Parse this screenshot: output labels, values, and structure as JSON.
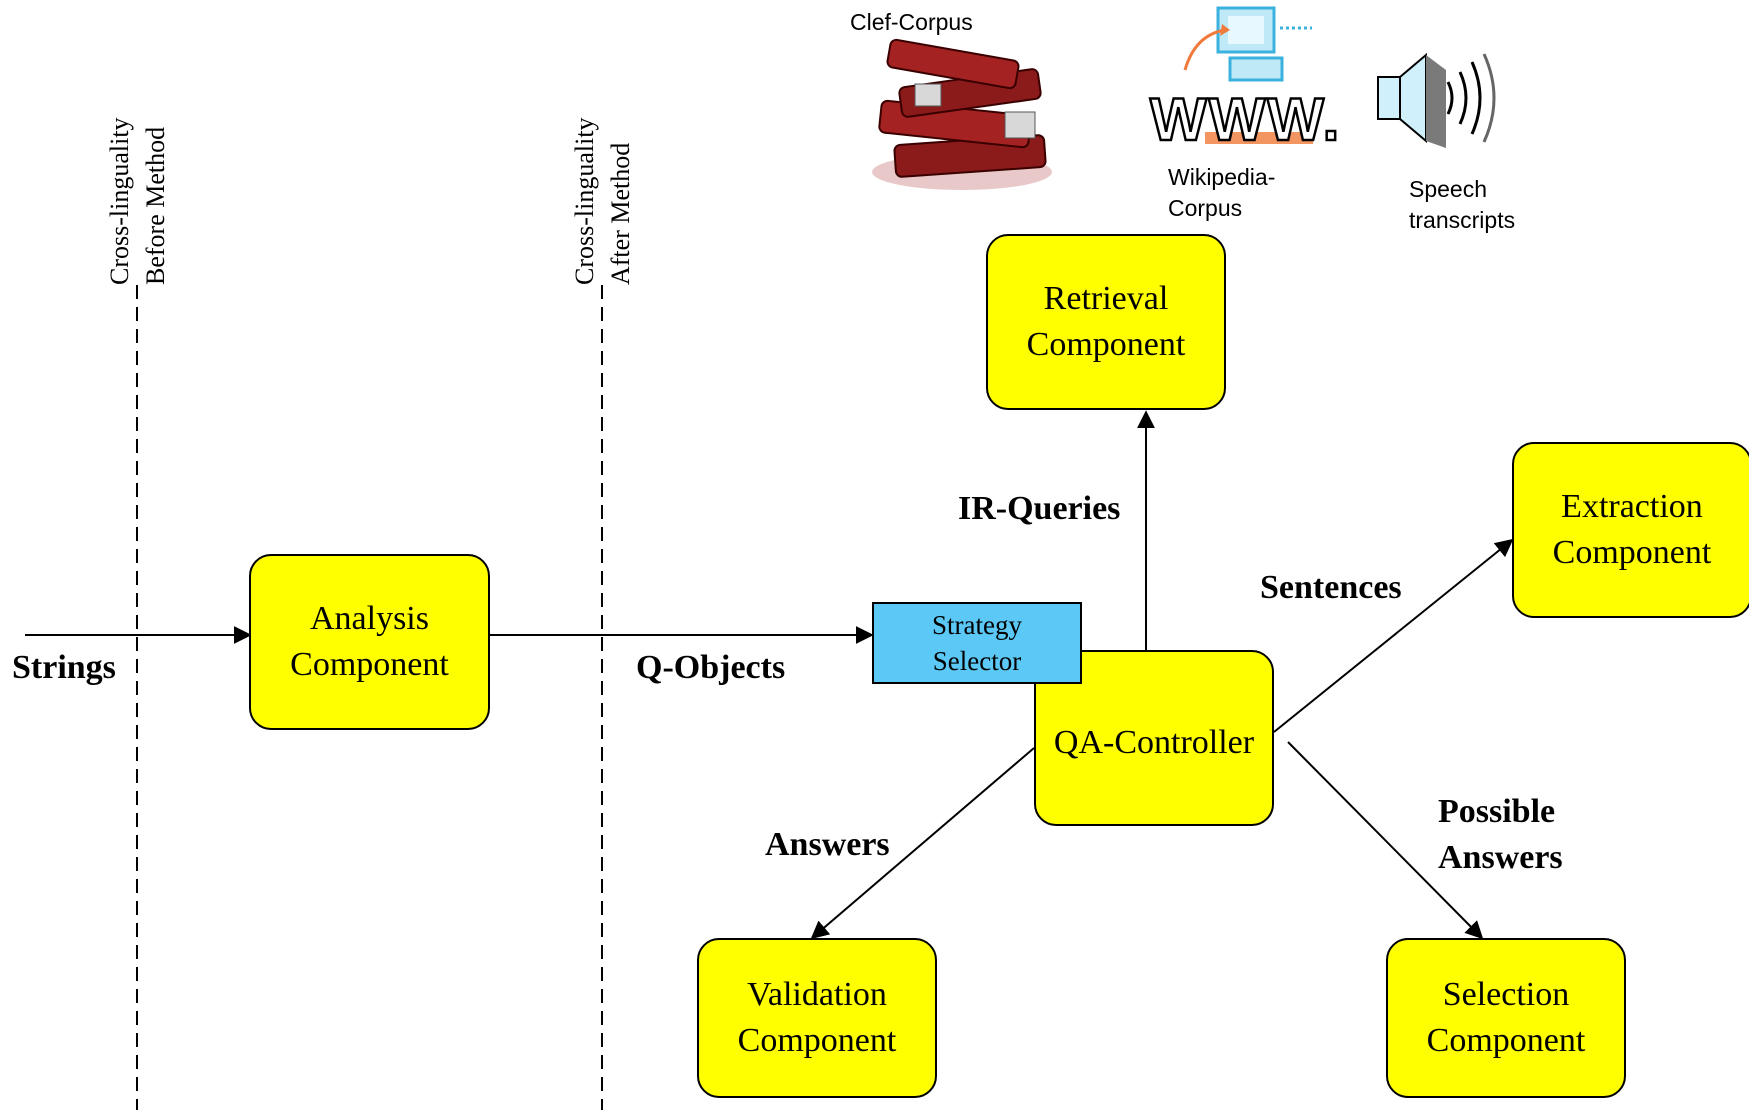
{
  "boundaries": {
    "before": {
      "line1": "Cross-linguality",
      "line2": "Before Method"
    },
    "after": {
      "line1": "Cross-linguality",
      "line2": "After Method"
    }
  },
  "sources": {
    "clef": "Clef-Corpus",
    "wiki_line1": "Wikipedia-",
    "wiki_line2": "Corpus",
    "www_text": "WWW.",
    "speech_line1": "Speech",
    "speech_line2": "transcripts"
  },
  "components": {
    "analysis": {
      "line1": "Analysis",
      "line2": "Component"
    },
    "retrieval": {
      "line1": "Retrieval",
      "line2": "Component"
    },
    "extraction": {
      "line1": "Extraction",
      "line2": "Component"
    },
    "validation": {
      "line1": "Validation",
      "line2": "Component"
    },
    "selection": {
      "line1": "Selection",
      "line2": "Component"
    },
    "controller": "QA-Controller",
    "strategy": {
      "line1": "Strategy",
      "line2": "Selector"
    }
  },
  "edges": {
    "strings": "Strings",
    "qobjects": "Q-Objects",
    "irqueries": "IR-Queries",
    "sentences": "Sentences",
    "answers": "Answers",
    "possible1": "Possible",
    "possible2": "Answers"
  },
  "colors": {
    "component_fill": "#ffff00",
    "selector_fill": "#5bc8f5",
    "book_red": "#8b1a1a"
  }
}
